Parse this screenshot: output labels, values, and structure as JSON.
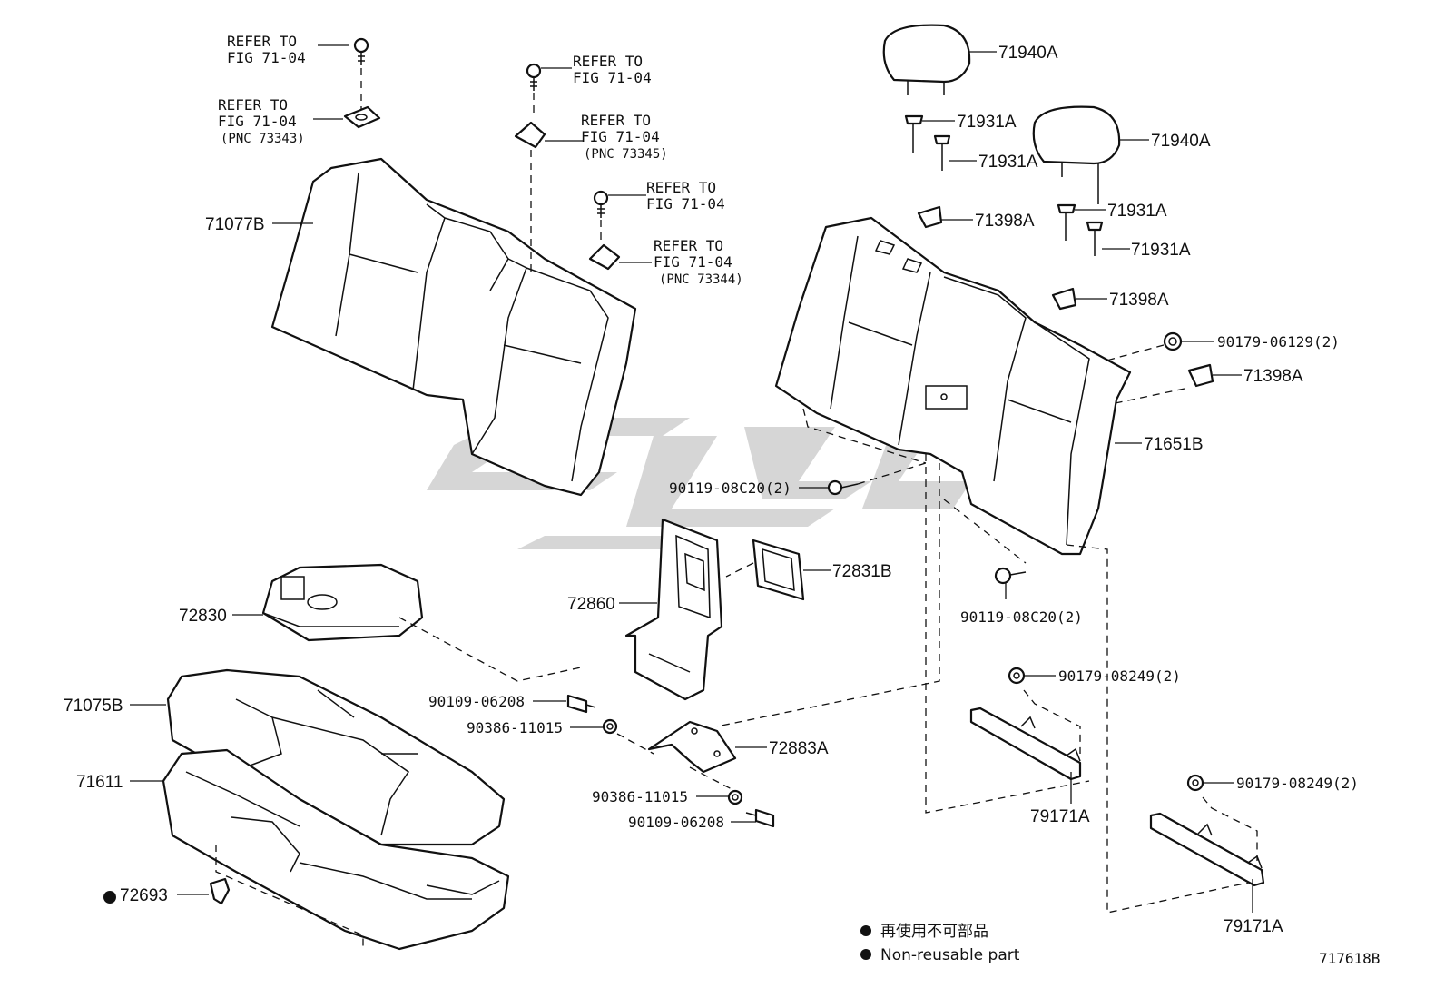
{
  "refer": {
    "r1": [
      "REFER TO",
      "FIG 71-04"
    ],
    "r2": [
      "REFER TO",
      "FIG 71-04",
      "(PNC 73343)"
    ],
    "r3": [
      "REFER TO",
      "FIG 71-04"
    ],
    "r4": [
      "REFER TO",
      "FIG 71-04",
      "(PNC 73345)"
    ],
    "r5": [
      "REFER TO",
      "FIG 71-04"
    ],
    "r6": [
      "REFER TO",
      "FIG 71-04",
      "(PNC 73344)"
    ]
  },
  "parts": {
    "headrest_1": "71940A",
    "headrest_2": "71940A",
    "guide_1": "71931A",
    "guide_2": "71931A",
    "guide_3": "71931A",
    "guide_4": "71931A",
    "support_1": "71398A",
    "support_2": "71398A",
    "support_3": "71398A",
    "nut_1": "90179-06129(2)",
    "back_cover_left": "71077B",
    "back_frame": "71651B",
    "bolt_1": "90119-08C20(2)",
    "bolt_2": "90119-08C20(2)",
    "bezel": "72831B",
    "armrest_hinge": "72860",
    "armrest": "72830",
    "cushion_cover": "71075B",
    "cushion_pad": "71611",
    "clip": "72693",
    "bolt_3": "90109-06208",
    "nut_2": "90386-11015",
    "bracket": "72883A",
    "nut_3": "90386-11015",
    "bolt_4": "90109-06208",
    "nut_4": "90179-08249(2)",
    "lock_1": "79171A",
    "nut_5": "90179-08249(2)",
    "lock_2": "79171A"
  },
  "legend": {
    "jp": "再使用不可部品",
    "en": "Non-reusable part"
  },
  "figure_code": "717618B"
}
